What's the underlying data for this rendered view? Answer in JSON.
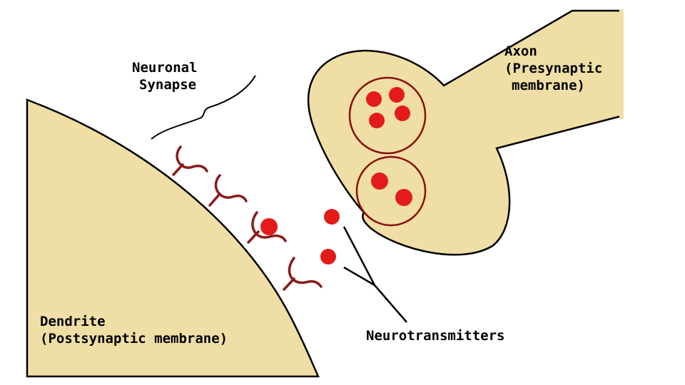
{
  "labels": {
    "synapse": [
      "Neuronal",
      "Synapse"
    ],
    "axon": [
      "Axon",
      "(Presynaptic",
      "membrane)"
    ],
    "dendrite": [
      "Dendrite",
      "(Postsynaptic membrane)"
    ],
    "neurotransmitters": "Neurotransmitters"
  },
  "colors": {
    "tissue": "#efdfa6",
    "vesicle_outline": "#8b0e0e",
    "neurotransmitter": "#e31b1b",
    "receptor": "#8b1a1a",
    "line": "#000000"
  }
}
